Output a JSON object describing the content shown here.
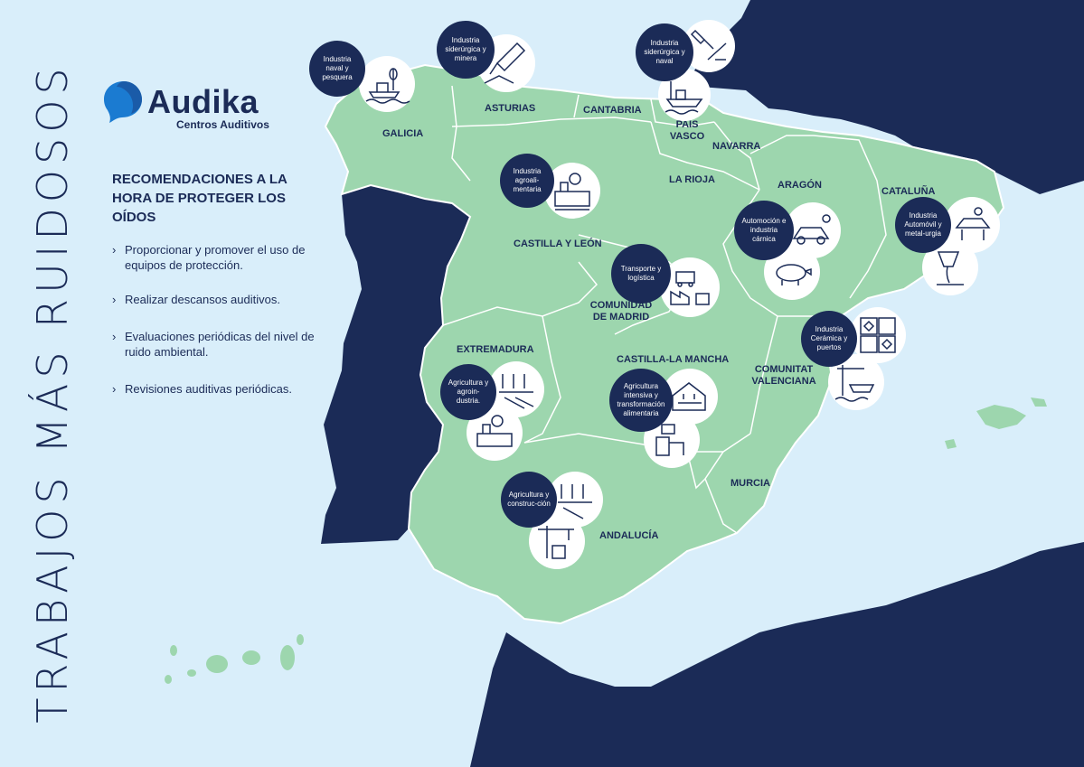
{
  "colors": {
    "sea": "#d9eefa",
    "land": "#9dd6ae",
    "neighbors": "#1b2b57",
    "navy": "#1b2b57",
    "white": "#ffffff"
  },
  "title": "TRABAJOS MÁS RUIDOSOS",
  "brand": {
    "name": "Audika",
    "subtitle": "Centros Auditivos"
  },
  "recommendations": {
    "title": "RECOMENDACIONES A LA HORA DE PROTEGER LOS OÍDOS",
    "items": [
      "Proporcionar y promover el uso de equipos de protección.",
      "Realizar descansos auditivos.",
      "Evaluaciones periódicas del nivel de ruido ambiental.",
      "Revisiones auditivas periódicas."
    ]
  },
  "regions": [
    "GALICIA",
    "ASTURIAS",
    "CANTABRIA",
    "PAÍS VASCO",
    "NAVARRA",
    "LA RIOJA",
    "ARAGÓN",
    "CATALUÑA",
    "CASTILLA Y LEÓN",
    "COMUNIDAD DE MADRID",
    "EXTREMADURA",
    "CASTILLA-LA MANCHA",
    "COMUNITAT VALENCIANA",
    "MURCIA",
    "ANDALUCÍA"
  ],
  "industries": [
    {
      "label": "Industria naval y pesquera",
      "icons": [
        "boat-icon",
        "fishing-icon"
      ]
    },
    {
      "label": "Industria siderúrgica y minera",
      "icons": [
        "drill-icon"
      ]
    },
    {
      "label": "Industria siderúrgica y naval",
      "icons": [
        "welding-icon",
        "ship-icon"
      ]
    },
    {
      "label": "Industria agroali-mentaria",
      "icons": [
        "food-factory-icon"
      ]
    },
    {
      "label": "Transporte y logística",
      "icons": [
        "truck-icon",
        "warehouse-icon"
      ]
    },
    {
      "label": "Automoción e industria cárnica",
      "icons": [
        "car-repair-icon",
        "pig-icon"
      ]
    },
    {
      "label": "Industria Automóvil y metal-urgia",
      "icons": [
        "car-lift-icon",
        "foundry-icon"
      ]
    },
    {
      "label": "Industria Cerámica y puertos",
      "icons": [
        "tiles-icon",
        "port-icon"
      ]
    },
    {
      "label": "Agricultura y agroin-dustria.",
      "icons": [
        "crops-icon",
        "food-factory-icon"
      ]
    },
    {
      "label": "Agricultura intensiva y transformación alimentaria",
      "icons": [
        "greenhouse-icon",
        "processing-icon"
      ]
    },
    {
      "label": "Agricultura y construc-ción",
      "icons": [
        "crops-icon",
        "crane-icon"
      ]
    }
  ]
}
